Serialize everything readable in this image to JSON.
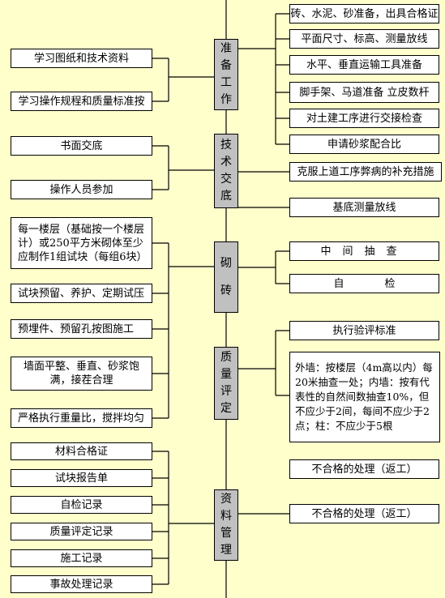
{
  "stages": {
    "prep": "准备工作",
    "tech": "技术交底",
    "build": "砌砖",
    "quality": "质量评定",
    "data": "资料管理"
  },
  "prep_right": [
    "砖、水泥、砂准备，出具合格证",
    "平面尺寸、标高、测量放线",
    "水平、垂直运输工具准备",
    "脚手架、马道准备 立皮数杆",
    "对土建工序进行交接检查",
    "申请砂浆配合比"
  ],
  "prep_left": [
    "学习图纸和技术资料",
    "学习操作规程和质量标准按"
  ],
  "tech_left": [
    "书面交底",
    "操作人员参加"
  ],
  "tech_right": [
    "克服上道工序弊病的补充措施",
    "基底测量放线"
  ],
  "build_left": [
    "每一楼层（基础按一个楼层计）或250平方米砌体至少应制作1组试块（每组6块）",
    "试块预留、养护、定期试压",
    "预埋件、预留孔按图施工",
    "墙面平整、垂直、砂浆饱满，接茬合理",
    "严格执行重量比，搅拌均匀"
  ],
  "build_right": [
    "中间抽查",
    "自检"
  ],
  "quality_right": {
    "standard": "执行验评标准",
    "detail": "外墙：按楼层（4m高以内）每20米抽查一处；内墙：按有代表性的自然间数抽查10%，但不应少于2间，每间不应少于2点；柱：不应少于5根",
    "rework": "不合格的处理（返工）"
  },
  "data_left": [
    "材料合格证",
    "试块报告单",
    "自检记录",
    "质量评定记录",
    "施工记录",
    "事故处理记录"
  ],
  "data_right": [
    "不合格的处理（返工）"
  ]
}
